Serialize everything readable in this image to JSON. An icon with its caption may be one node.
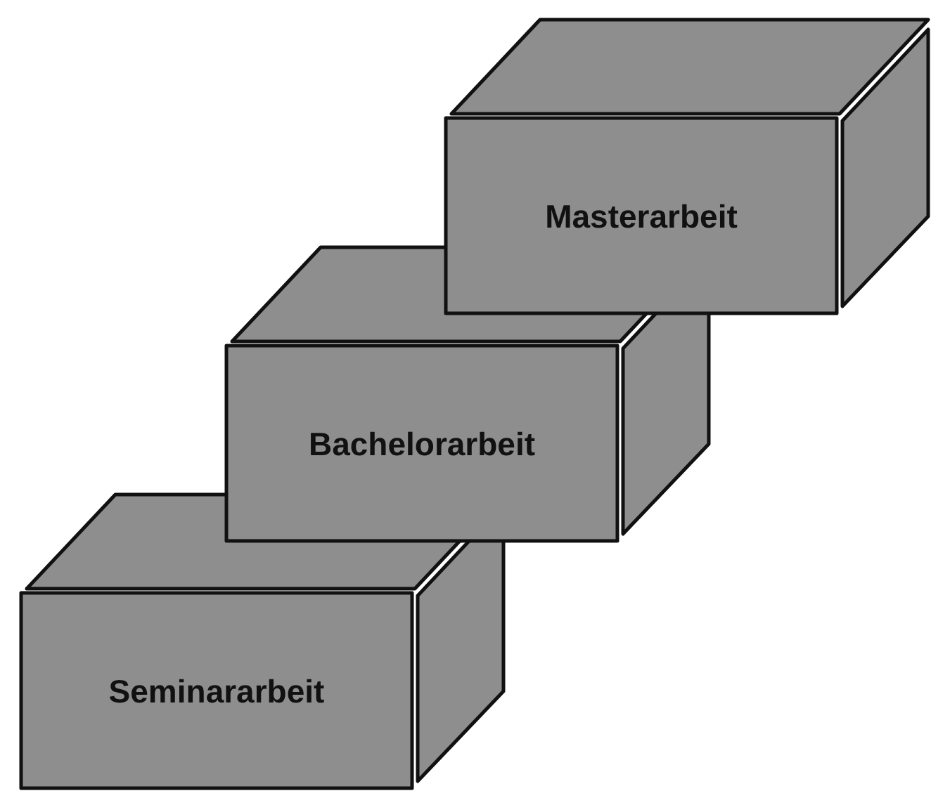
{
  "diagram": {
    "nodes": [
      {
        "text": [
          "Masterarbeit"
        ]
      },
      {
        "text": [
          "Bachelorarbeit"
        ]
      },
      {
        "text": [
          "Seminararbeit"
        ]
      }
    ]
  }
}
